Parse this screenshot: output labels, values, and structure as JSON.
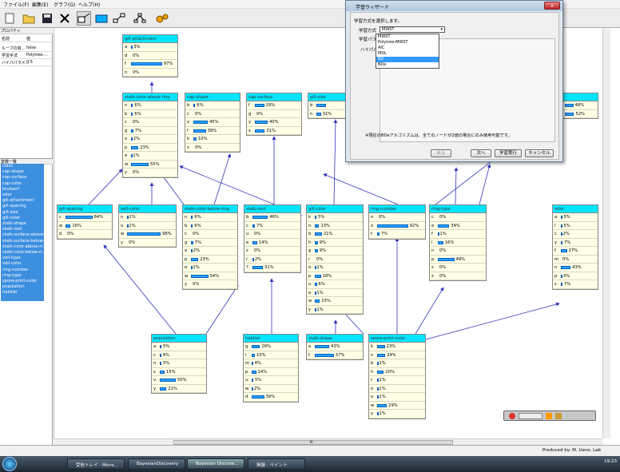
{
  "menu": [
    "ファイル(F)",
    "編集(E)",
    "グラフ(G)",
    "ヘルプ(H)"
  ],
  "properties": {
    "header": "プロパティ",
    "rows": [
      {
        "k": "名前",
        "v": "値"
      },
      {
        "k": "ループの有...",
        "v": "false"
      },
      {
        "k": "学習手法",
        "v": "Polytree-..."
      },
      {
        "k": "ハイパパラメ...",
        "v": "0.5"
      }
    ]
  },
  "varlist": {
    "header": "変数一覧",
    "items": [
      "class",
      "cap-shape",
      "cap-surface",
      "cap-color",
      "bruises?",
      "odor",
      "gill-attachment",
      "gill-spacing",
      "gill-size",
      "gill-color",
      "stalk-shape",
      "stalk-root",
      "stalk-surface-above-...",
      "stalk-surface-below-...",
      "stalk-color-above-ri...",
      "stalk-color-below-ri...",
      "veil-type",
      "veil-color",
      "ring-number",
      "ring-type",
      "spore-print-color",
      "population",
      "habitat"
    ]
  },
  "nodes": [
    {
      "id": "gill-attachment",
      "title": "gill-attachment",
      "rows": [
        [
          "a",
          "3%",
          3
        ],
        [
          "d",
          "0%",
          0
        ],
        [
          "f",
          "97%",
          97
        ],
        [
          "n",
          "0%",
          0
        ]
      ]
    },
    {
      "id": "stalk-color-above-ring",
      "title": "stalk-color-above-ring",
      "rows": [
        [
          "n",
          "6%",
          6
        ],
        [
          "b",
          "6%",
          6
        ],
        [
          "c",
          "0%",
          0
        ],
        [
          "g",
          "7%",
          7
        ],
        [
          "o",
          "2%",
          2
        ],
        [
          "p",
          "23%",
          23
        ],
        [
          "e",
          "1%",
          1
        ],
        [
          "w",
          "55%",
          55
        ],
        [
          "y",
          "0%",
          0
        ]
      ]
    },
    {
      "id": "cap-shape",
      "title": "cap-shape",
      "rows": [
        [
          "b",
          "6%",
          6
        ],
        [
          "c",
          "0%",
          0
        ],
        [
          "x",
          "45%",
          45
        ],
        [
          "f",
          "39%",
          39
        ],
        [
          "k",
          "10%",
          10
        ],
        [
          "s",
          "0%",
          0
        ]
      ]
    },
    {
      "id": "cap-surface",
      "title": "cap-surface",
      "rows": [
        [
          "f",
          "29%",
          29
        ],
        [
          "g",
          "0%",
          0
        ],
        [
          "y",
          "40%",
          40
        ],
        [
          "s",
          "31%",
          31
        ]
      ]
    },
    {
      "id": "gill-size",
      "title": "gill-size",
      "rows": [
        [
          "b",
          "",
          69
        ],
        [
          "n",
          "31%",
          31
        ]
      ]
    },
    {
      "id": "right-partial",
      "title": "",
      "rows": [
        [
          "",
          "48%",
          48
        ],
        [
          "",
          "52%",
          52
        ]
      ]
    },
    {
      "id": "gill-spacing",
      "title": "gill-spacing",
      "rows": [
        [
          "c",
          "84%",
          84
        ],
        [
          "w",
          "16%",
          16
        ],
        [
          "d",
          "0%",
          0
        ]
      ]
    },
    {
      "id": "veil-color",
      "title": "veil-color",
      "rows": [
        [
          "n",
          "1%",
          1
        ],
        [
          "o",
          "1%",
          1
        ],
        [
          "w",
          "98%",
          98
        ],
        [
          "y",
          "0%",
          0
        ]
      ]
    },
    {
      "id": "stalk-color-below-ring",
      "title": "stalk-color-below-ring",
      "rows": [
        [
          "n",
          "6%",
          6
        ],
        [
          "b",
          "6%",
          6
        ],
        [
          "c",
          "0%",
          0
        ],
        [
          "g",
          "7%",
          7
        ],
        [
          "o",
          "2%",
          2
        ],
        [
          "p",
          "23%",
          23
        ],
        [
          "e",
          "1%",
          1
        ],
        [
          "w",
          "54%",
          54
        ],
        [
          "y",
          "0%",
          0
        ]
      ]
    },
    {
      "id": "stalk-root",
      "title": "stalk-root",
      "rows": [
        [
          "b",
          "46%",
          46
        ],
        [
          "c",
          "7%",
          7
        ],
        [
          "u",
          "0%",
          0
        ],
        [
          "e",
          "14%",
          14
        ],
        [
          "z",
          "0%",
          0
        ],
        [
          "r",
          "2%",
          2
        ],
        [
          "?",
          "31%",
          31
        ]
      ]
    },
    {
      "id": "gill-color",
      "title": "gill-color",
      "rows": [
        [
          "k",
          "5%",
          5
        ],
        [
          "n",
          "13%",
          13
        ],
        [
          "b",
          "21%",
          21
        ],
        [
          "h",
          "9%",
          9
        ],
        [
          "g",
          "9%",
          9
        ],
        [
          "r",
          "0%",
          0
        ],
        [
          "o",
          "1%",
          1
        ],
        [
          "p",
          "18%",
          18
        ],
        [
          "u",
          "6%",
          6
        ],
        [
          "e",
          "1%",
          1
        ],
        [
          "w",
          "15%",
          15
        ],
        [
          "y",
          "1%",
          1
        ]
      ]
    },
    {
      "id": "ring-number",
      "title": "ring-number",
      "rows": [
        [
          "n",
          "0%",
          0
        ],
        [
          "o",
          "92%",
          92
        ],
        [
          "t",
          "7%",
          7
        ]
      ]
    },
    {
      "id": "ring-type",
      "title": "ring-type",
      "rows": [
        [
          "c",
          "0%",
          0
        ],
        [
          "e",
          "34%",
          34
        ],
        [
          "f",
          "1%",
          1
        ],
        [
          "l",
          "16%",
          16
        ],
        [
          "n",
          "0%",
          0
        ],
        [
          "p",
          "49%",
          49
        ],
        [
          "s",
          "0%",
          0
        ],
        [
          "z",
          "0%",
          0
        ]
      ]
    },
    {
      "id": "odor",
      "title": "odor",
      "rows": [
        [
          "a",
          "5%",
          5
        ],
        [
          "l",
          "5%",
          5
        ],
        [
          "c",
          "2%",
          2
        ],
        [
          "y",
          "7%",
          7
        ],
        [
          "f",
          "27%",
          27
        ],
        [
          "m",
          "0%",
          0
        ],
        [
          "n",
          "43%",
          43
        ],
        [
          "p",
          "3%",
          3
        ],
        [
          "s",
          "7%",
          7
        ]
      ]
    },
    {
      "id": "population",
      "title": "population",
      "rows": [
        [
          "a",
          "5%",
          5
        ],
        [
          "c",
          "4%",
          4
        ],
        [
          "n",
          "5%",
          5
        ],
        [
          "s",
          "15%",
          15
        ],
        [
          "v",
          "50%",
          50
        ],
        [
          "y",
          "21%",
          21
        ]
      ]
    },
    {
      "id": "habitat",
      "title": "habitat",
      "rows": [
        [
          "g",
          "26%",
          26
        ],
        [
          "l",
          "10%",
          10
        ],
        [
          "m",
          "4%",
          4
        ],
        [
          "p",
          "14%",
          14
        ],
        [
          "u",
          "5%",
          5
        ],
        [
          "w",
          "2%",
          2
        ],
        [
          "d",
          "39%",
          39
        ]
      ]
    },
    {
      "id": "stalk-shape",
      "title": "stalk-shape",
      "rows": [
        [
          "e",
          "43%",
          43
        ],
        [
          "t",
          "57%",
          57
        ]
      ]
    },
    {
      "id": "spore-print-color",
      "title": "spore-print-color",
      "rows": [
        [
          "k",
          "23%",
          23
        ],
        [
          "n",
          "24%",
          24
        ],
        [
          "b",
          "1%",
          1
        ],
        [
          "h",
          "20%",
          20
        ],
        [
          "r",
          "1%",
          1
        ],
        [
          "o",
          "1%",
          1
        ],
        [
          "u",
          "1%",
          1
        ],
        [
          "w",
          "29%",
          29
        ],
        [
          "y",
          "1%",
          1
        ]
      ]
    }
  ],
  "scroll_mid": "III",
  "status_right": "Produced by: M. Ueno. Lab",
  "dialog": {
    "title": "学習ウィザード",
    "close": "x",
    "instruction": "学習方式を選択します。",
    "method_label": "学習方式",
    "selected": "MWST",
    "param_label": "学習パラメ...",
    "hyper_label": "ハイパパラ...",
    "options": [
      "MWST",
      "Polytree-MWST",
      "AIC",
      "MDL",
      "BD",
      "BDe"
    ],
    "highlighted": "BD",
    "note": "※現在のBDeアルゴリズムは、全てのノードが2値の場合にのみ使用可能です。",
    "buttons": [
      "戻る",
      "次へ",
      "学習実行",
      "キャンセル"
    ]
  },
  "taskbar": {
    "items": [
      "受信トレイ - Micro...",
      "BayesianDiscovery",
      "Bayesian Discove...",
      "無題 - ペイント"
    ],
    "active_index": 2,
    "clock": "19:23"
  },
  "colors": {
    "node_header": "#00e5ff",
    "node_bg": "#ffffe6",
    "bar": "#2aa2ff",
    "edge": "#3333bb",
    "list_selection": "#3d8fe0"
  }
}
